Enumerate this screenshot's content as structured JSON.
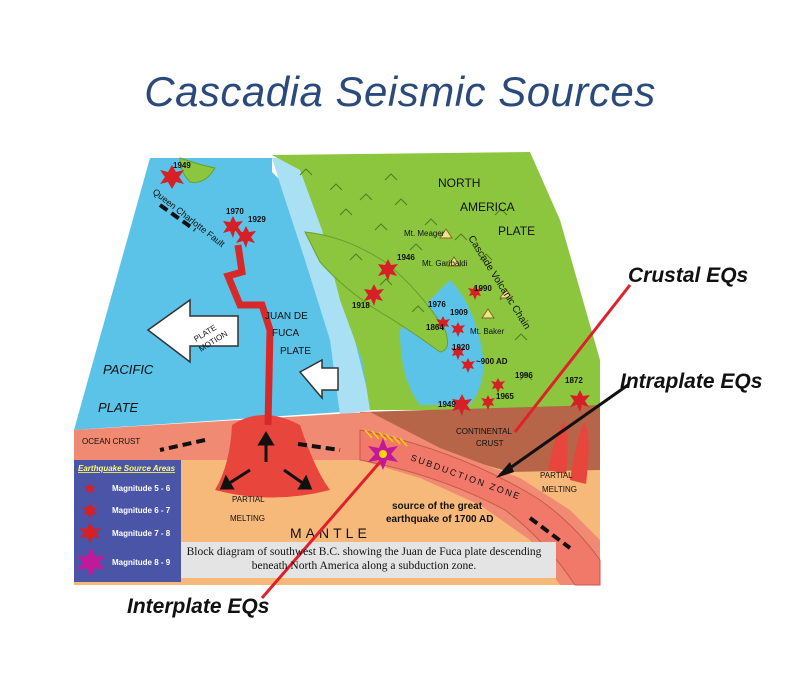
{
  "title": "Cascadia Seismic Sources",
  "labels": {
    "north_america_plate": [
      "NORTH",
      "AMERICA",
      "PLATE"
    ],
    "pacific_plate": [
      "PACIFIC",
      "PLATE"
    ],
    "juan_de_fuca_plate": [
      "JUAN DE",
      "FUCA",
      "PLATE"
    ],
    "plate_motion": [
      "PLATE",
      "MOTION"
    ],
    "queen_charlotte_fault": "Queen Charlotte Fault",
    "cascade_volcanic_chain": "Cascade Volcanic Chain",
    "mt_meager": "Mt. Meager",
    "mt_garibaldi": "Mt. Garibaldi",
    "mt_baker": "Mt. Baker",
    "ocean_crust": "OCEAN CRUST",
    "continental_crust": [
      "CONTINENTAL",
      "CRUST"
    ],
    "subduction_zone": "SUBDUCTION ZONE",
    "partial_melting_left": [
      "PARTIAL",
      "MELTING"
    ],
    "partial_melting_right": [
      "PARTIAL",
      "MELTING"
    ],
    "mantle": "MANTLE",
    "source_1700": [
      "source of the great",
      "earthquake of 1700 AD"
    ],
    "caption": "Block diagram of southwest B.C. showing the Juan de Fuca plate descending beneath North America along a subduction zone."
  },
  "years": [
    "1949",
    "1970",
    "1929",
    "1946",
    "1918",
    "1976",
    "1909",
    "1864",
    "1920",
    "1990",
    "~900 AD",
    "1996",
    "1965",
    "1949",
    "1872"
  ],
  "legend": {
    "title": "Earthquake Source Areas",
    "items": [
      "Magnitude 5 - 6",
      "Magnitude 6 - 7",
      "Magnitude 7 - 8",
      "Magnitude 8 - 9"
    ]
  },
  "annotations": {
    "crustal": "Crustal EQs",
    "intraplate": "Intraplate EQs",
    "interplate": "Interplate EQs"
  },
  "colors": {
    "title": "#2a4a7c",
    "ocean": "#5bc3e8",
    "land": "#8cc63f",
    "ocean_crust": "#f08a73",
    "mantle": "#f7b97a",
    "legend_bg": "#4a55a8",
    "arrow": "#e0202a",
    "quake": "#d61f26",
    "great_quake": "#c2189a"
  }
}
